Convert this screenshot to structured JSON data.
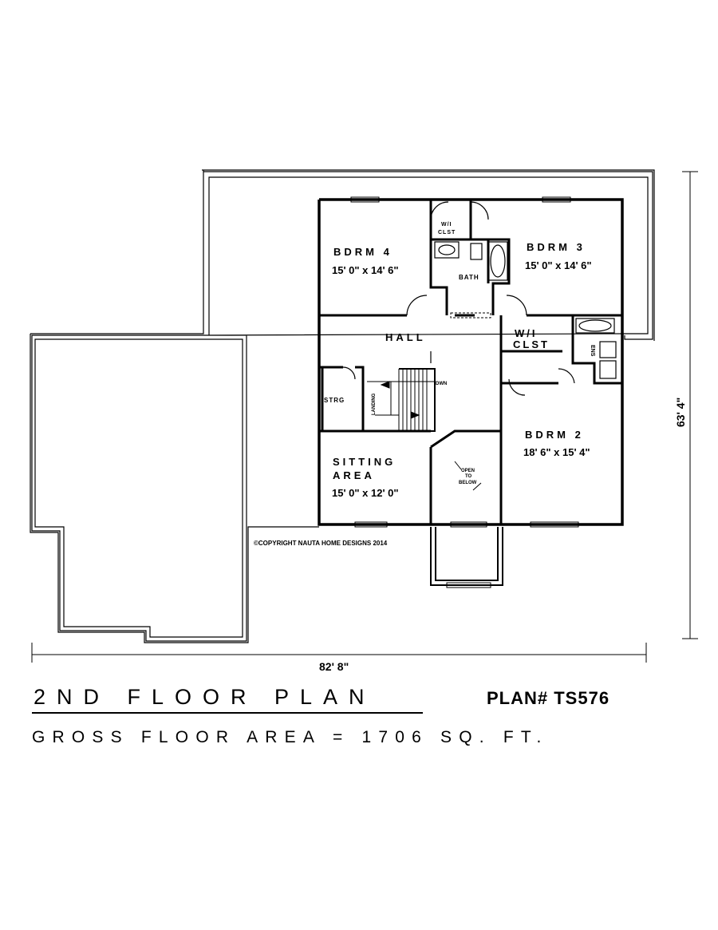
{
  "rooms": {
    "bdrm4": {
      "name": "BDRM 4",
      "size": "15' 0\" x 14' 6\""
    },
    "bdrm3": {
      "name": "BDRM 3",
      "size": "15' 0\" x 14' 6\""
    },
    "bdrm2": {
      "name": "BDRM 2",
      "size": "18' 6\" x 15' 4\""
    },
    "hall": {
      "name": "HALL"
    },
    "sitting": {
      "name_line1": "SITTING",
      "name_line2": "AREA",
      "size": "15' 0\" x 12' 0\""
    },
    "wi_clst_top": {
      "line1": "W/I",
      "line2": "CLST"
    },
    "wi_clst_right": {
      "line1": "W/I",
      "line2": "CLST"
    },
    "bath": {
      "name": "BATH"
    },
    "ens": {
      "name": "ENS"
    },
    "strg": {
      "name": "STRG"
    },
    "landing": {
      "name": "LANDING"
    },
    "dwn": {
      "name": "DWN"
    },
    "open_below": {
      "line1": "OPEN",
      "line2": "TO",
      "line3": "BELOW"
    }
  },
  "dimensions": {
    "width": "82' 8\"",
    "depth": "63' 4\""
  },
  "copyright": "©COPYRIGHT NAUTA HOME DESIGNS 2014",
  "title": "2ND FLOOR PLAN",
  "plan_number": "PLAN# TS576",
  "gross_area": "GROSS FLOOR AREA = 1706 SQ. FT."
}
